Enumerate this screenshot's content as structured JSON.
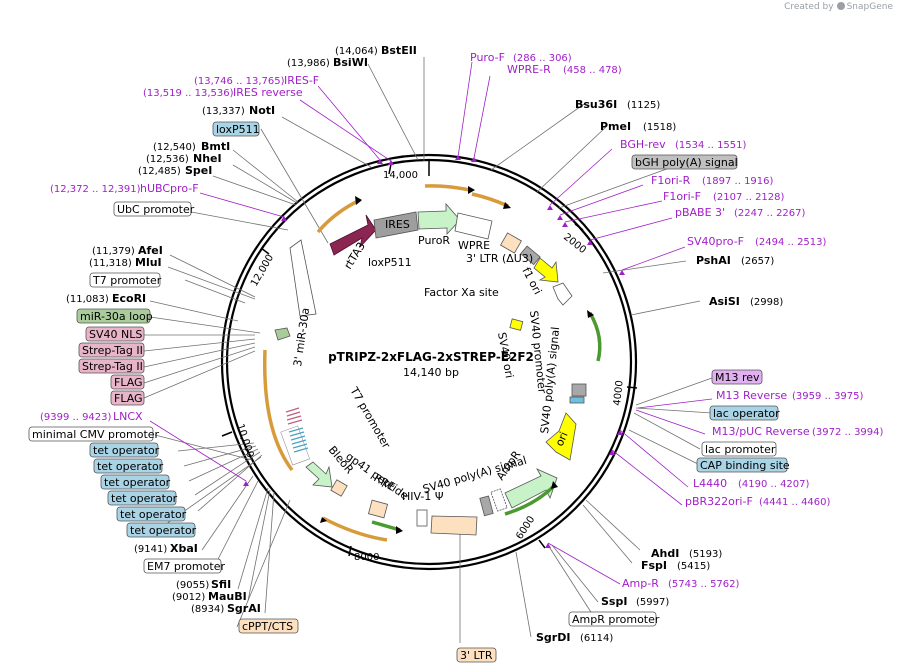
{
  "watermark": {
    "prefix": "Created by",
    "brand": "SnapGene"
  },
  "plasmid": {
    "name": "pTRIPZ-2xFLAG-2xSTREP-E2F2",
    "length": "14,140 bp"
  },
  "ticks": [
    "2000",
    "4000",
    "6000",
    "8000",
    "10,000",
    "12,000",
    "14,000"
  ],
  "sites": [
    {
      "name": "BstEII",
      "pos": "(14,064)"
    },
    {
      "name": "BsiWI",
      "pos": "(13,986)"
    },
    {
      "name": "NotI",
      "pos": "(13,337)"
    },
    {
      "name": "BmtI",
      "pos": "(12,540)"
    },
    {
      "name": "NheI",
      "pos": "(12,536)"
    },
    {
      "name": "SpeI",
      "pos": "(12,485)"
    },
    {
      "name": "AfeI",
      "pos": "(11,379)"
    },
    {
      "name": "MluI",
      "pos": "(11,318)"
    },
    {
      "name": "EcoRI",
      "pos": "(11,083)"
    },
    {
      "name": "XbaI",
      "pos": "(9141)"
    },
    {
      "name": "SfiI",
      "pos": "(9055)"
    },
    {
      "name": "MauBI",
      "pos": "(9012)"
    },
    {
      "name": "SgrAI",
      "pos": "(8934)"
    },
    {
      "name": "Bsu36I",
      "pos": "(1125)"
    },
    {
      "name": "PmeI",
      "pos": "(1518)"
    },
    {
      "name": "PshAI",
      "pos": "(2657)"
    },
    {
      "name": "AsiSI",
      "pos": "(2998)"
    },
    {
      "name": "AhdI",
      "pos": "(5193)"
    },
    {
      "name": "FspI",
      "pos": "(5415)"
    },
    {
      "name": "SspI",
      "pos": "(5997)"
    },
    {
      "name": "SgrDI",
      "pos": "(6114)"
    }
  ],
  "primers": [
    {
      "name": "Puro-F",
      "pos": "(286 .. 306)"
    },
    {
      "name": "WPRE-R",
      "pos": "(458 .. 478)"
    },
    {
      "name": "IRES-F",
      "pos": "(13,746 .. 13,765)"
    },
    {
      "name": "IRES reverse",
      "pos": "(13,519 .. 13,536)"
    },
    {
      "name": "hUBCpro-F",
      "pos": "(12,372 .. 12,391)"
    },
    {
      "name": "LNCX",
      "pos": "(9399 .. 9423)"
    },
    {
      "name": "BGH-rev",
      "pos": "(1534 .. 1551)"
    },
    {
      "name": "F1ori-R",
      "pos": "(1897 .. 1916)"
    },
    {
      "name": "F1ori-F",
      "pos": "(2107 .. 2128)"
    },
    {
      "name": "pBABE 3'",
      "pos": "(2247 .. 2267)"
    },
    {
      "name": "SV40pro-F",
      "pos": "(2494 .. 2513)"
    },
    {
      "name": "M13 Reverse",
      "pos": "(3959 .. 3975)"
    },
    {
      "name": "M13/pUC Reverse",
      "pos": "(3972 .. 3994)"
    },
    {
      "name": "L4440",
      "pos": "(4190 .. 4207)"
    },
    {
      "name": "pBR322ori-F",
      "pos": "(4441 .. 4460)"
    },
    {
      "name": "Amp-R",
      "pos": "(5743 .. 5762)"
    }
  ],
  "feature_boxes": [
    {
      "name": "loxP511",
      "color": "#a8d4e6"
    },
    {
      "name": "UbC promoter",
      "color": "#ffffff"
    },
    {
      "name": "T7 promoter",
      "color": "#ffffff"
    },
    {
      "name": "miR-30a loop",
      "color": "#a9cc9a"
    },
    {
      "name": "SV40 NLS",
      "color": "#e8b4c8"
    },
    {
      "name": "Strep-Tag II",
      "color": "#e8b4c8"
    },
    {
      "name": "Strep-Tag II",
      "color": "#e8b4c8"
    },
    {
      "name": "FLAG",
      "color": "#e8b4c8"
    },
    {
      "name": "FLAG",
      "color": "#e8b4c8"
    },
    {
      "name": "minimal CMV promoter",
      "color": "#ffffff"
    },
    {
      "name": "tet operator",
      "color": "#a8d4e6"
    },
    {
      "name": "tet operator",
      "color": "#a8d4e6"
    },
    {
      "name": "tet operator",
      "color": "#a8d4e6"
    },
    {
      "name": "tet operator",
      "color": "#a8d4e6"
    },
    {
      "name": "tet operator",
      "color": "#a8d4e6"
    },
    {
      "name": "tet operator",
      "color": "#a8d4e6"
    },
    {
      "name": "EM7 promoter",
      "color": "#ffffff"
    },
    {
      "name": "cPPT/CTS",
      "color": "#fde0c0"
    },
    {
      "name": "3' LTR",
      "color": "#fde0c0"
    },
    {
      "name": "bGH poly(A) signal",
      "color": "#c0c0c0"
    },
    {
      "name": "M13 rev",
      "color": "#e0b0f0"
    },
    {
      "name": "lac operator",
      "color": "#a8d4e6"
    },
    {
      "name": "lac promoter",
      "color": "#ffffff"
    },
    {
      "name": "CAP binding site",
      "color": "#a8d4e6"
    },
    {
      "name": "AmpR promoter",
      "color": "#ffffff"
    }
  ],
  "inner_labels": {
    "ires": "IRES",
    "puror": "PuroR",
    "wpre": "WPRE",
    "ltr3": "3' LTR (ΔU3)",
    "f1ori": "f1 ori",
    "factorxa": "Factor Xa site",
    "sv40ori": "SV40 ori",
    "sv40promoter": "SV40 promoter",
    "sv40polya_right": "SV40 poly(A) signal",
    "ori": "ori",
    "rtta3": "rtTA3",
    "loxp511": "loxP511",
    "mir30a": "3' miR-30a",
    "t7promoter": "T7 promoter",
    "bleor": "BleoR",
    "gp41": "gp41 peptide",
    "rre": "RRE",
    "hiv1psi": "HIV-1 Ψ",
    "sv40polya_bottom": "SV40 poly(A) signal",
    "ampr": "AmpR"
  }
}
